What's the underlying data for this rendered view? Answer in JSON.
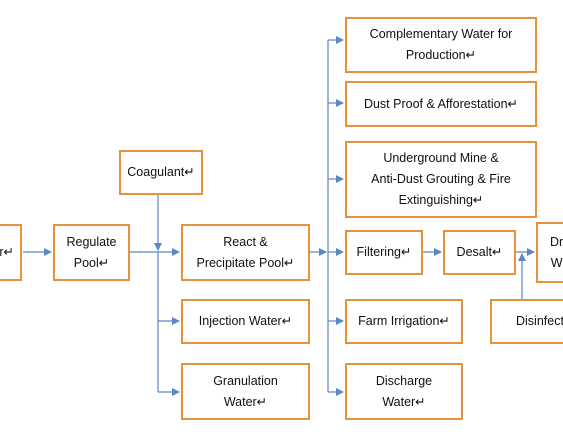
{
  "diagram": {
    "accent_box": "#e8913c",
    "arrow_color": "#5b87c5",
    "nodes": {
      "source": "r↵",
      "regulate": "Regulate\nPool↵",
      "coagulant": "Coagulant↵",
      "react": "React &\nPrecipitate Pool↵",
      "injection": "Injection Water↵",
      "granulation": "Granulation\nWater↵",
      "complementary": "Complementary Water for\nProduction↵",
      "dustproof": "Dust Proof & Afforestation↵",
      "underground": "Underground Mine &\nAnti-Dust Grouting & Fire\nExtinguishing↵",
      "filtering": "Filtering↵",
      "desalt": "Desalt↵",
      "drinking": "Dr\nW",
      "disinfect": "Disinfect",
      "farm": "Farm Irrigation↵",
      "discharge": "Discharge Water↵"
    }
  }
}
